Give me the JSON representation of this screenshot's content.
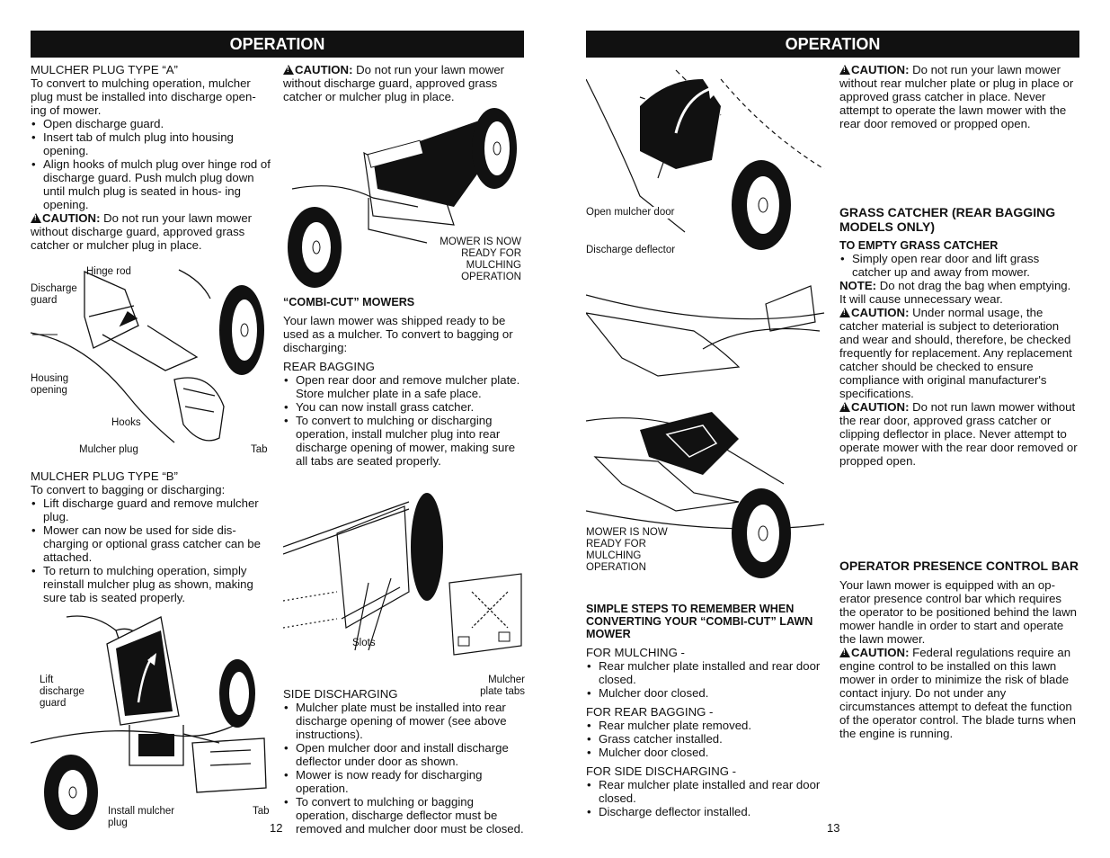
{
  "header": {
    "left": "OPERATION",
    "right": "OPERATION"
  },
  "col1": {
    "type_a_title": "MULCHER PLUG TYPE “A”",
    "type_a_intro": "To convert to mulching operation, mulcher plug must be installed into discharge open- ing of mower.",
    "type_a_steps": [
      "Open discharge guard.",
      "Insert tab of mulch plug into housing opening.",
      "Align hooks of mulch plug over hinge rod of discharge guard. Push mulch plug down until mulch plug is seated in hous- ing opening."
    ],
    "caution_word": "CAUTION:",
    "caution_a": "Do not run your lawn mower without discharge guard, approved grass catcher or mulcher plug in place.",
    "fig1_labels": {
      "hinge_rod": "Hinge rod",
      "discharge_guard": "Discharge guard",
      "housing_opening": "Housing opening",
      "hooks": "Hooks",
      "mulcher_plug": "Mulcher plug",
      "tab": "Tab"
    },
    "type_b_title": "MULCHER PLUG TYPE “B”",
    "type_b_intro": "To convert to bagging or discharging:",
    "type_b_steps": [
      "Lift discharge guard and remove mulcher plug.",
      "Mower can now be used for side dis- charging or optional grass catcher can be attached.",
      "To return to mulching operation, simply reinstall mulcher plug as shown, making sure tab is seated properly."
    ],
    "fig2_labels": {
      "lift_guard": "Lift discharge guard",
      "install_plug": "Install mulcher plug",
      "tab": "Tab"
    },
    "page_number": "12"
  },
  "col2": {
    "caution_word": "CAUTION:",
    "caution_top": "Do not run your lawn mower without discharge guard, approved grass catcher or mulcher plug in place.",
    "fig_ready": "MOWER IS NOW READY FOR MULCHING OPERATION",
    "combi_title": "“COMBI-CUT” MOWERS",
    "combi_intro": "Your lawn mower was shipped ready to be used as a mulcher. To convert to bagging or discharging:",
    "rear_bagging_title": "REAR BAGGING",
    "rear_bagging_steps": [
      "Open rear door and remove mulcher plate. Store mulcher plate in a safe place.",
      "You can now install grass catcher.",
      "To convert to mulching or discharging operation, install mulcher plug into rear discharge opening of mower, making sure all tabs are seated properly."
    ],
    "fig_slots": "Slots",
    "fig_plate_tabs": "Mulcher plate tabs",
    "side_title": "SIDE DISCHARGING",
    "side_steps": [
      "Mulcher plate must be installed into rear discharge opening of mower (see above instructions).",
      "Open mulcher door and install discharge deflector under door as shown.",
      "Mower is now ready for discharging operation.",
      "To convert to mulching or bagging operation, discharge deflector must be removed and mulcher door must be closed."
    ]
  },
  "col3": {
    "fig_open_door": "Open mulcher door",
    "fig_deflector": "Discharge deflector",
    "fig_ready": "MOWER IS NOW READY FOR MULCHING OPERATION",
    "steps_title": "SIMPLE STEPS TO REMEMBER WHEN CONVERTING YOUR “COMBI-CUT” LAWN MOWER",
    "for_mulching": "FOR MULCHING -",
    "mulching_steps": [
      "Rear mulcher plate installed and rear door closed.",
      "Mulcher door closed."
    ],
    "for_rear": "FOR REAR BAGGING -",
    "rear_steps": [
      "Rear mulcher plate removed.",
      "Grass catcher installed.",
      "Mulcher door closed."
    ],
    "for_side": "FOR SIDE DISCHARGING -",
    "side_steps": [
      "Rear mulcher plate installed and rear door closed.",
      "Discharge deflector installed."
    ]
  },
  "col4": {
    "caution_word": "CAUTION:",
    "caution_top": "Do not run your lawn mower without rear mulcher plate or plug in place or approved grass catcher in place. Never attempt to operate the lawn mower with the rear door removed or propped open.",
    "gc_title": "GRASS CATCHER (REAR BAGGING MODELS ONLY)",
    "empty_title": "TO EMPTY GRASS CATCHER",
    "empty_steps": [
      "Simply open rear door and lift grass catcher up and away from mower."
    ],
    "note_word": "NOTE:",
    "note": "Do not drag the bag when emptying. It will cause unnecessary wear.",
    "caution_material": "Under normal usage, the catcher material is subject to deterioration and wear and should, therefore, be checked frequently for replacement. Any replacement catcher should be checked to ensure compliance with original manufacturer's specifications.",
    "caution_door": "Do not run lawn mower without the rear door, approved grass catcher or clipping deflector in place. Never attempt to operate mower with the rear door removed or propped open.",
    "opc_title": "OPERATOR PRESENCE CONTROL BAR",
    "opc_text": "Your lawn mower is equipped with an op- erator presence control bar which requires the operator to be positioned behind the lawn mower handle in order to start and operate the lawn mower.",
    "caution_opc": "Federal regulations require an engine control to be installed on this lawn mower in order to minimize the risk of blade contact injury. Do not under any circumstances attempt to defeat the function of the operator control. The blade turns when the engine is running.",
    "page_number": "13"
  }
}
